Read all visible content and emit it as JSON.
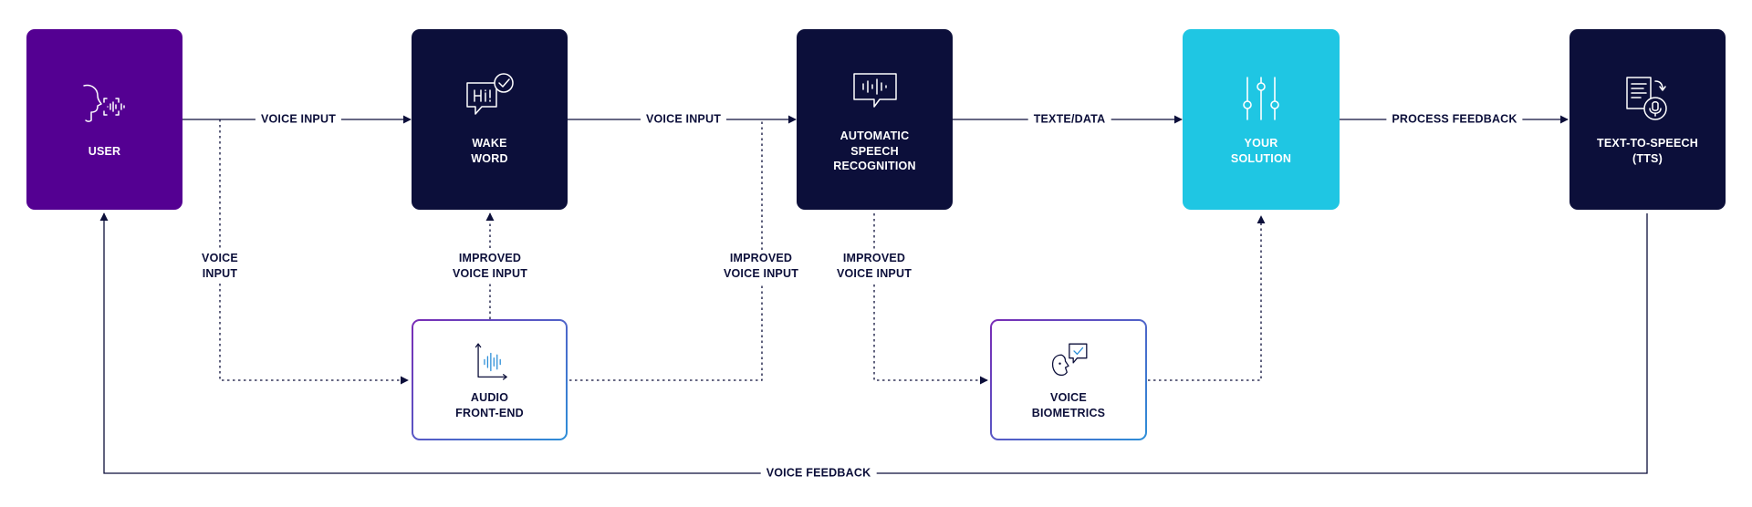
{
  "nodes": {
    "user": {
      "label": "USER"
    },
    "wake_word": {
      "label": "WAKE\nWORD"
    },
    "asr": {
      "label": "AUTOMATIC\nSPEECH\nRECOGNITION"
    },
    "solution": {
      "label": "YOUR\nSOLUTION"
    },
    "tts": {
      "label": "TEXT-TO-SPEECH\n(TTS)"
    },
    "audio_frontend": {
      "label": "AUDIO\nFRONT-END"
    },
    "voice_biometrics": {
      "label": "VOICE\nBIOMETRICS"
    }
  },
  "connectors": {
    "user_to_wake": "VOICE INPUT",
    "wake_to_asr": "VOICE INPUT",
    "asr_to_solution": "TEXTE/DATA",
    "solution_to_tts": "PROCESS FEEDBACK",
    "user_to_frontend": "VOICE\nINPUT",
    "frontend_to_wake": "IMPROVED\nVOICE INPUT",
    "frontend_to_asr": "IMPROVED\nVOICE INPUT",
    "asr_to_biometrics": "IMPROVED\nVOICE INPUT",
    "tts_to_user": "VOICE FEEDBACK"
  },
  "colors": {
    "user": "#540092",
    "navy": "#0c0f3a",
    "cyan": "#1fc6e3",
    "outline_start": "#7a2bb5",
    "outline_end": "#2d8fd8",
    "line": "#0c0f3a"
  },
  "icons": {
    "user": "person-voice-icon",
    "wake_word": "hi-speech-bubble-check-icon",
    "asr": "waveform-speech-bubble-icon",
    "solution": "sliders-icon",
    "tts": "document-microphone-icon",
    "audio_frontend": "audio-graph-icon",
    "voice_biometrics": "face-speech-check-icon"
  }
}
